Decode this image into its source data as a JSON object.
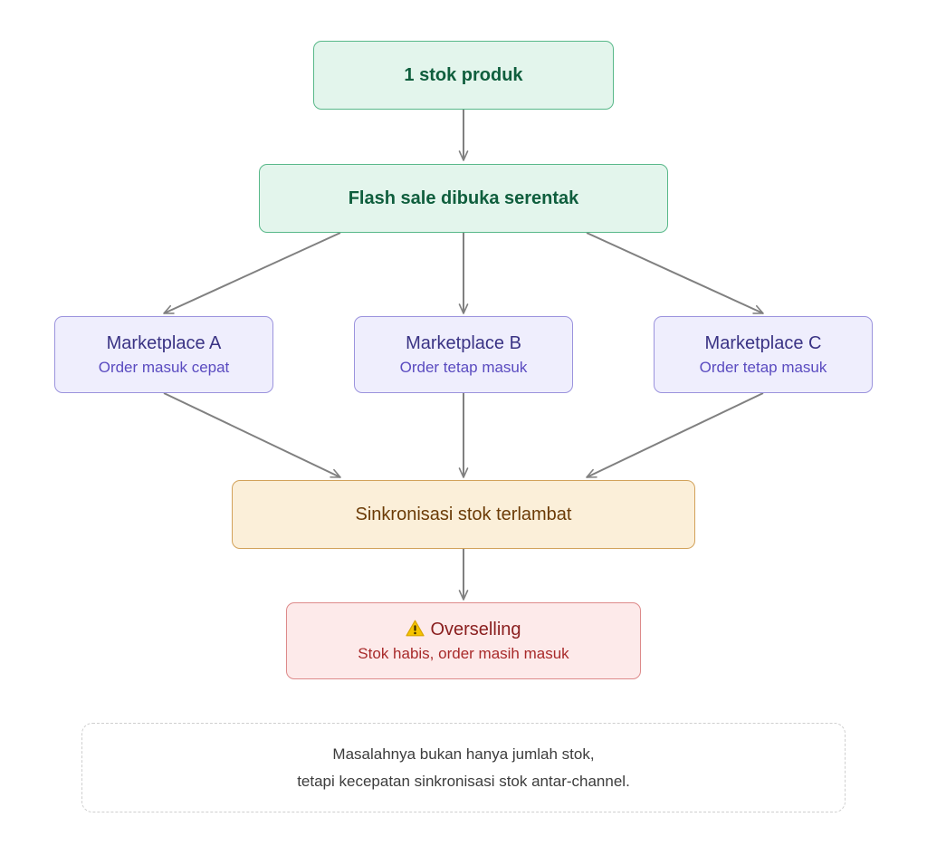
{
  "nodes": {
    "stock": {
      "title": "1 stok produk"
    },
    "flash_sale": {
      "title": "Flash sale dibuka serentak"
    },
    "marketplace_a": {
      "title": "Marketplace A",
      "subtitle": "Order masuk cepat"
    },
    "marketplace_b": {
      "title": "Marketplace B",
      "subtitle": "Order tetap masuk"
    },
    "marketplace_c": {
      "title": "Marketplace C",
      "subtitle": "Order tetap masuk"
    },
    "sync": {
      "title": "Sinkronisasi stok terlambat"
    },
    "overselling": {
      "icon": "warning-icon",
      "title": "Overselling",
      "subtitle": "Stok habis, order masih masuk"
    }
  },
  "note": {
    "line1": "Masalahnya bukan hanya jumlah stok,",
    "line2": "tetapi kecepatan sinkronisasi stok antar-channel."
  },
  "colors": {
    "green_fill": "#e3f5ec",
    "green_border": "#58b889",
    "green_text": "#0f5e3d",
    "purple_fill": "#efeefd",
    "purple_border": "#9b93dd",
    "purple_text": "#3a3384",
    "amber_fill": "#fbefd9",
    "amber_border": "#d2a25a",
    "amber_text": "#6b3b07",
    "red_fill": "#fdeaea",
    "red_border": "#dd8a8a",
    "red_text": "#8a1e1e",
    "arrow": "#808080"
  }
}
